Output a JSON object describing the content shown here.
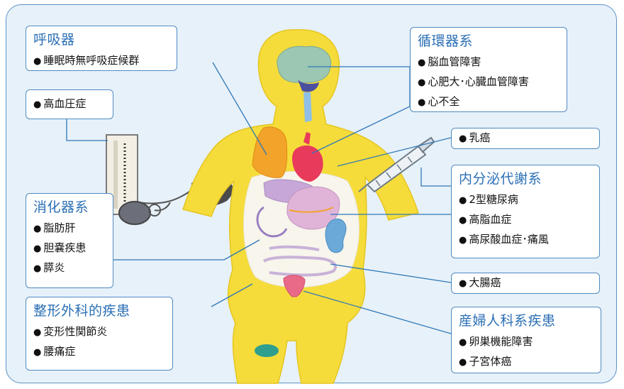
{
  "colors": {
    "background": "#e7f1f9",
    "border": "#4f8bc2",
    "title": "#2a6fb5",
    "body": "#f5dc3a"
  },
  "boxes": {
    "respiratory": {
      "title": "呼吸器",
      "items": [
        "睡眠時無呼吸症候群"
      ]
    },
    "hypertension": {
      "items": [
        "高血圧症"
      ]
    },
    "digestive": {
      "title": "消化器系",
      "items": [
        "脂肪肝",
        "胆嚢疾患",
        "膵炎"
      ]
    },
    "orthopedic": {
      "title": "整形外科的疾患",
      "items": [
        "変形性関節炎",
        "腰痛症"
      ]
    },
    "circulatory": {
      "title": "循環器系",
      "items": [
        "脳血管障害",
        "心肥大･心臓血管障害",
        "心不全"
      ]
    },
    "breast": {
      "items": [
        "乳癌"
      ]
    },
    "endocrine": {
      "title": "内分泌代謝系",
      "items": [
        "2型糖尿病",
        "高脂血症",
        "高尿酸血症･痛風"
      ]
    },
    "colon": {
      "items": [
        "大腸癌"
      ]
    },
    "obgyn": {
      "title": "産婦人科系疾患",
      "items": [
        "卵巣機能障害",
        "子宮体癌"
      ]
    }
  },
  "icons": [
    "body-figure",
    "brain-icon",
    "lungs-icon",
    "heart-icon",
    "stomach-icon",
    "liver-icon",
    "kidney-icon",
    "intestine-icon",
    "uterus-icon",
    "knee-icon",
    "blood-pressure-gauge-icon",
    "syringe-icon"
  ]
}
